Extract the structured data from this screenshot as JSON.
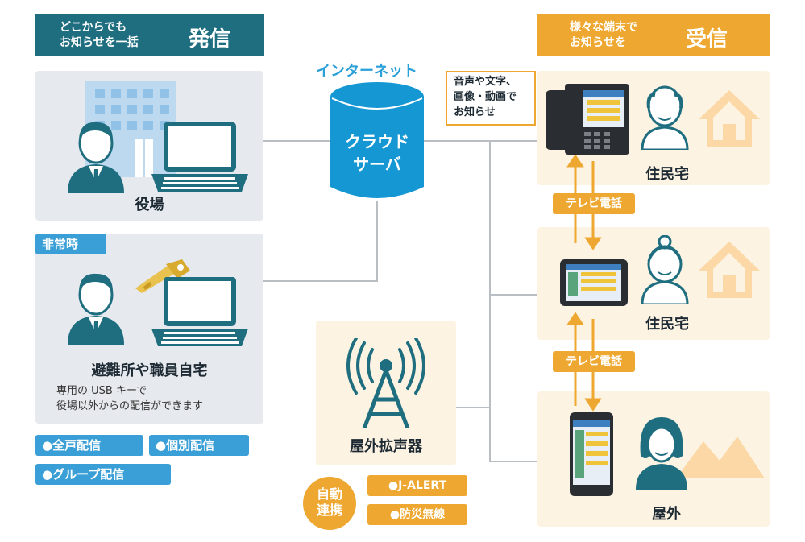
{
  "header_left": {
    "line1": "どこからでも",
    "line2": "お知らせを一括",
    "big": "発信"
  },
  "header_right": {
    "line1": "様々な端末で",
    "line2": "お知らせを",
    "big": "受信"
  },
  "left": {
    "office_label": "役場",
    "emergency_tag": "非常時",
    "shelter_label": "避難所や職員自宅",
    "usb_note_line1": "専用の USB キーで",
    "usb_note_line2": "役場以外からの配信ができます",
    "delivery_buttons": [
      "●全戸配信",
      "●個別配信",
      "●グループ配信"
    ]
  },
  "center": {
    "internet_label": "インターネット",
    "cloud_line1": "クラウド",
    "cloud_line2": "サーバ",
    "speaker_label": "屋外拡声器",
    "auto_link_line1": "自動",
    "auto_link_line2": "連携",
    "auto_link_items": [
      "●J-ALERT",
      "●防災無線"
    ]
  },
  "right": {
    "callout_lines": [
      "音声や文字、",
      "画像・動画で",
      "お知らせ"
    ],
    "residence1_label": "住民宅",
    "residence2_label": "住民宅",
    "outdoor_label": "屋外",
    "tv_phone_label1": "テレビ電話",
    "tv_phone_label2": "テレビ電話"
  },
  "colors": {
    "teal": "#1f6e80",
    "orange": "#eea832",
    "blue": "#3a9fd6",
    "cloud": "#1597d3"
  }
}
